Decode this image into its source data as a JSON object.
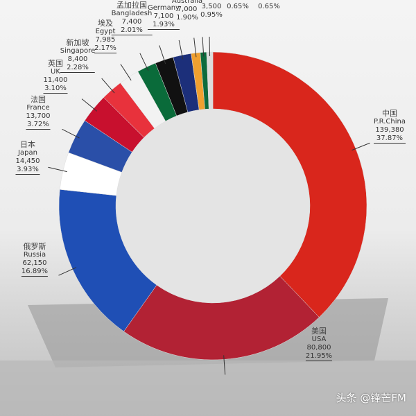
{
  "chart_data": {
    "type": "pie",
    "donut": true,
    "start": "top",
    "direction": "clockwise",
    "slices": [
      {
        "zh": "中国",
        "name": "P.R.China",
        "value": 139380,
        "label": "139,380",
        "percent": "37.87%",
        "color": "#d9261c"
      },
      {
        "zh": "美国",
        "name": "USA",
        "value": 80800,
        "label": "80,800",
        "percent": "21.95%",
        "color": "#b22234"
      },
      {
        "zh": "俄罗斯",
        "name": "Russia",
        "value": 62150,
        "label": "62,150",
        "percent": "16.89%",
        "color": "#1f4fb5"
      },
      {
        "zh": "日本",
        "name": "Japan",
        "value": 14450,
        "label": "14,450",
        "percent": "3.93%",
        "color": "#ffffff"
      },
      {
        "zh": "法国",
        "name": "France",
        "value": 13700,
        "label": "13,700",
        "percent": "3.72%",
        "color": "#2a4fa8"
      },
      {
        "zh": "英国",
        "name": "UK",
        "value": 11400,
        "label": "11,400",
        "percent": "3.10%",
        "color": "#c8102e"
      },
      {
        "zh": "新加坡",
        "name": "Singapore",
        "value": 8400,
        "label": "8,400",
        "percent": "2.28%",
        "color": "#e8323c"
      },
      {
        "zh": "埃及",
        "name": "Egypt",
        "value": 7985,
        "label": "7,985",
        "percent": "2.17%",
        "color": "#f2f2f2"
      },
      {
        "zh": "孟加拉国",
        "name": "Bangladesh",
        "value": 7400,
        "label": "7,400",
        "percent": "2.01%",
        "color": "#0a6b3a"
      },
      {
        "zh": "",
        "name": "Germany",
        "value": 7100,
        "label": "7,100",
        "percent": "1.93%",
        "color": "#111111"
      },
      {
        "zh": "",
        "name": "Australia",
        "value": 7000,
        "label": "7,000",
        "percent": "1.90%",
        "color": "#1c2f7a"
      },
      {
        "zh": "",
        "name": "",
        "value": 3500,
        "label": "3,500",
        "percent": "0.95%",
        "color": "#f0a030"
      },
      {
        "zh": "",
        "name": "",
        "value": 2400,
        "label": "",
        "percent": "0.65%",
        "color": "#0d6b3d"
      },
      {
        "zh": "",
        "name": "",
        "value": 2400,
        "label": "",
        "percent": "0.65%",
        "color": "#dddddd"
      }
    ]
  },
  "watermark": "头条 @锋芒FM"
}
